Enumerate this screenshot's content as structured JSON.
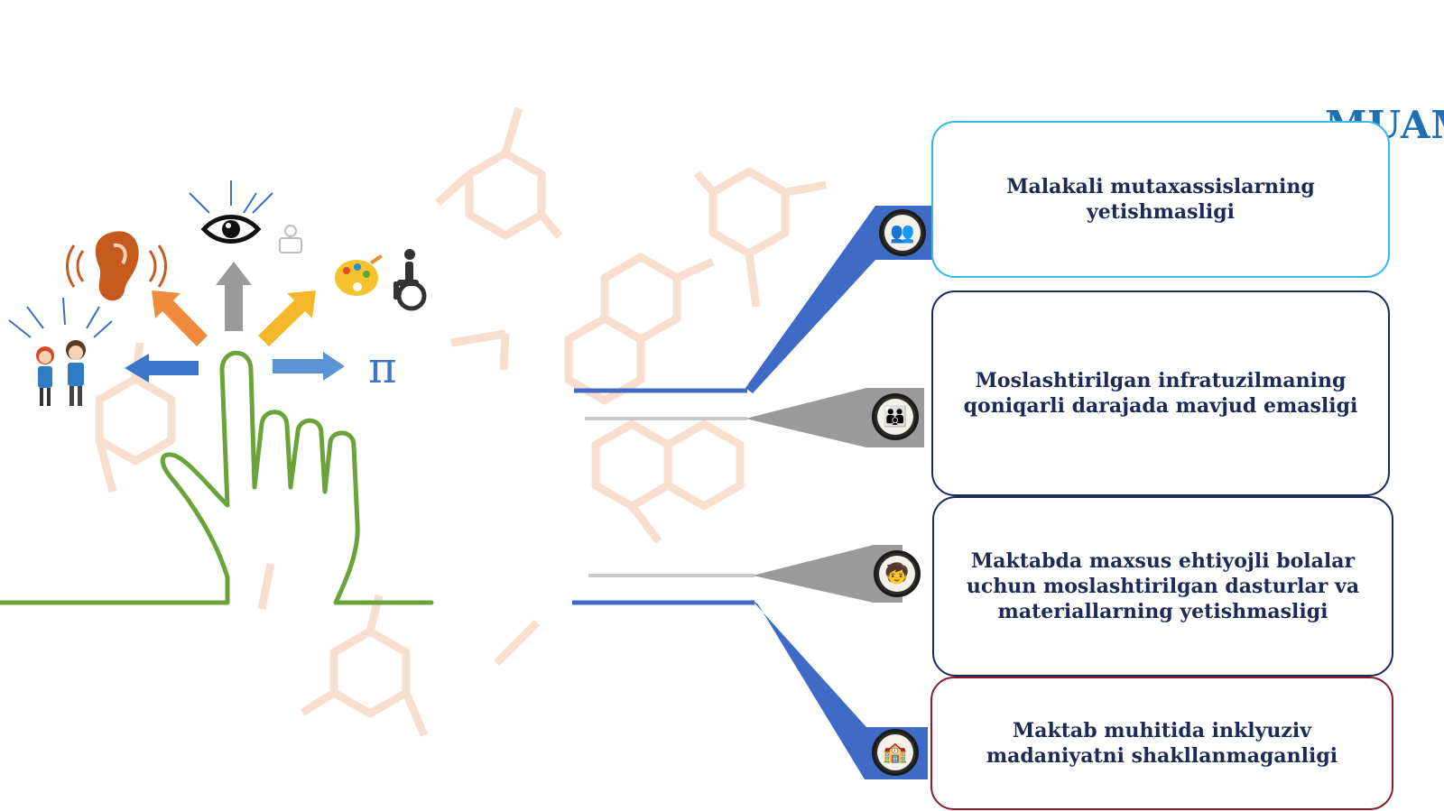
{
  "title": "MUAMMOLAR",
  "colors": {
    "accent_blue": "#3f6bc6",
    "gray_pointer": "#9a9a9a",
    "title_blue": "#1f6fb5",
    "text_navy": "#1c2a55",
    "hand_green": "#6aa33a",
    "box1_border": "#33b7e6",
    "box2_border": "#1a2a5a",
    "box3_border": "#1a2a5a",
    "box4_border": "#8b1a2c"
  },
  "problems": [
    {
      "line1": "Malakali mutaxassislarning",
      "line2": "yetishmasligi",
      "icon": "group-meeting-icon"
    },
    {
      "line1": "Moslashtirilgan infratuzilmaning",
      "line2": "qoniqarli darajada mavjud emasligi",
      "icon": "family-group-icon"
    },
    {
      "line1": "Maktabda maxsus ehtiyojli bolalar",
      "line2": "uchun moslashtirilgan dasturlar va",
      "line3": "materiallarning yetishmasligi",
      "icon": "children-circle-icon"
    },
    {
      "line1": "Maktab muhitida inklyuziv",
      "line2": "madaniyatni shakllanmaganligi",
      "icon": "classroom-icon"
    }
  ],
  "illustration": {
    "pi_symbol": "π",
    "icons": [
      "ear-icon",
      "eye-icon",
      "paint-palette-icon",
      "wheelchair-icon",
      "children-icon",
      "hand-pointing-icon"
    ]
  }
}
